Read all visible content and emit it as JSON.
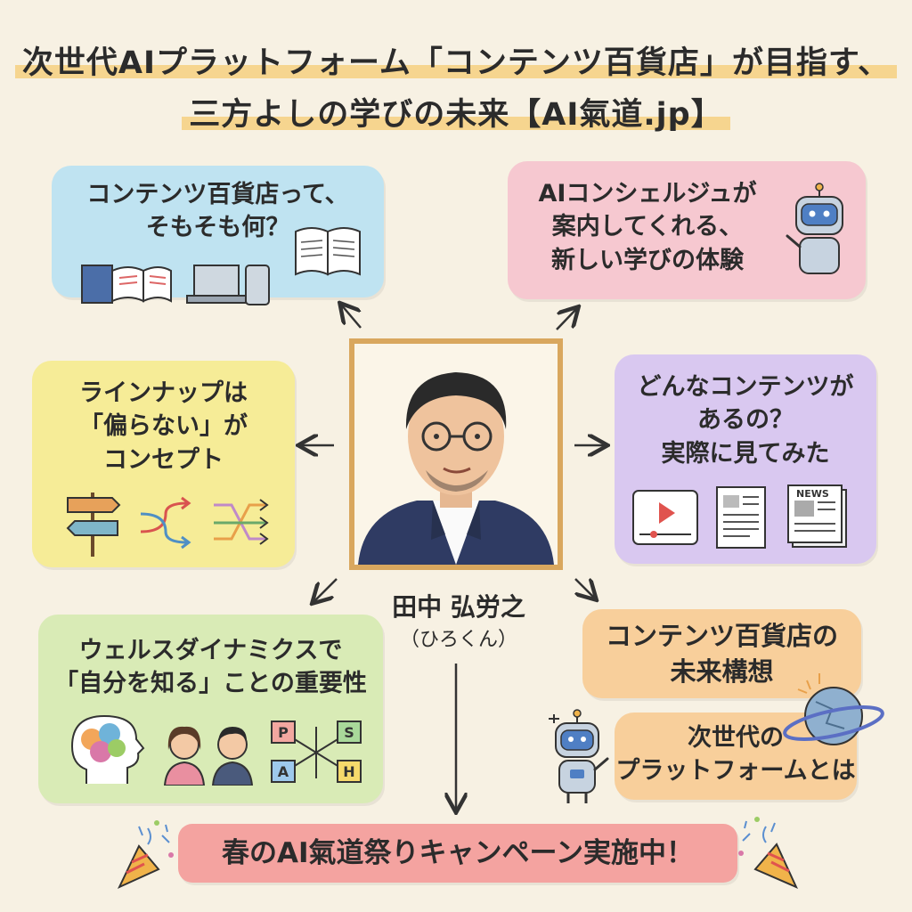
{
  "title": {
    "line1": "次世代AIプラットフォーム「コンテンツ百貨店」が目指す、",
    "line2": "三方よしの学びの未来【AI氣道.jp】"
  },
  "center": {
    "name": "田中 弘労之",
    "nickname": "（ひろくん）"
  },
  "topics": {
    "what_is": "コンテンツ百貨店って、\nそもそも何？",
    "ai_concierge": "AIコンシェルジュが\n案内してくれる、\n新しい学びの体験",
    "lineup": "ラインナップは\n「偏らない」が\nコンセプト",
    "contents": "どんなコンテンツが\nあるの？\n実際に見てみた",
    "wellness": "ウェルスダイナミクスで\n「自分を知る」ことの重要性",
    "future": "コンテンツ百貨店の\n未来構想",
    "next_platform": "次世代の\nプラットフォームとは"
  },
  "icons": {
    "profile_letters": [
      "P",
      "S",
      "A",
      "H"
    ],
    "newspaper_label": "NEWS"
  },
  "banner": "春のAI氣道祭りキャンペーン実施中！"
}
